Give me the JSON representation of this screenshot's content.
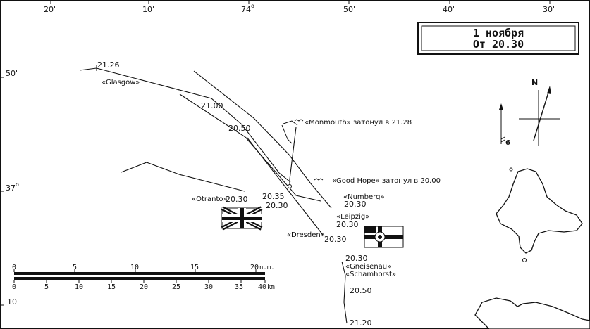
{
  "title": {
    "line1": "1 ноября",
    "line2": "От 20.30"
  },
  "coords": {
    "lon_top": [
      "20'",
      "10'",
      "74",
      "50'",
      "40'",
      "30'"
    ],
    "lon_deg_mark": "o",
    "lat_left": [
      "50'",
      "37",
      "10'"
    ],
    "lat_deg_mark": "o"
  },
  "ships": {
    "glasgow": "«Glasgow»",
    "otranto": "«Otranto»",
    "monmouth": "«Monmouth» затонул в 21.28",
    "good_hope": "«Good Hope» затонул в 20.00",
    "numberg": "«Numberg»",
    "leipzig": "«Leipzig»",
    "dresden": "«Dresden»",
    "gneisenau": "«Gneisenau»",
    "scharnhorst": "«Schamhorst»"
  },
  "times": {
    "glasgow_a": "21.26",
    "glasgow_b": "21.00",
    "glasgow_c": "20.50",
    "otranto": "20.30",
    "good_hope_a": "20.35",
    "good_hope_b": "20.30",
    "numberg": "20.30",
    "leipzig": "20.30",
    "dresden": "20.30",
    "gneisenau_a": "20.30",
    "gneisenau_b": "20.50",
    "gneisenau_c": "21.20"
  },
  "compass": {
    "north": "N",
    "wind_force": "6"
  },
  "scale": {
    "nm_ticks": [
      "0",
      "5",
      "10",
      "15",
      "20"
    ],
    "nm_unit": "n.m.",
    "km_ticks": [
      "0",
      "5",
      "10",
      "15",
      "20",
      "25",
      "30",
      "35",
      "40"
    ],
    "km_unit": "km"
  },
  "colors": {
    "ink": "#111111",
    "paper": "#ffffff",
    "land": "#ffffff"
  }
}
